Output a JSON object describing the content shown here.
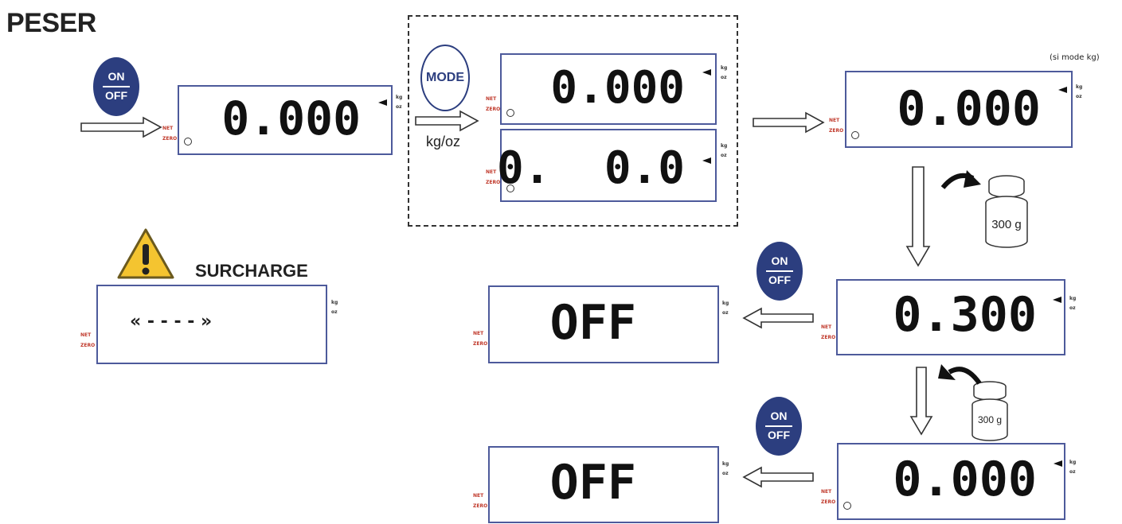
{
  "title": "PESER",
  "note_si_mode": "(si mode kg)",
  "kg_oz_label": "kg/oz",
  "surcharge_label": "SURCHARGE",
  "overload_display": "« - - - - »",
  "labels": {
    "net": "NET",
    "zero": "ZERO",
    "kg": "kg",
    "oz": "oz"
  },
  "onoff_button": {
    "on": "ON",
    "off": "OFF"
  },
  "mode_button": "MODE",
  "weight_label": "300 g",
  "displays": {
    "power_on": "0.000",
    "mode_kg": "0.000",
    "mode_oz": "0.  0.0",
    "kg_mode": "0.000",
    "loaded": "0.300",
    "unloaded": "0.000",
    "off_1": "OFF",
    "off_2": "OFF"
  },
  "colors": {
    "accent": "#2c3e7f",
    "lcd_border": "#4d5a9b",
    "label_red": "#c0392b",
    "warning_yellow": "#f4c430"
  },
  "icons": [
    "on-off-button-icon",
    "mode-button-icon",
    "warning-icon",
    "weight-icon",
    "curved-arrow-icon",
    "hollow-arrow-icon"
  ]
}
